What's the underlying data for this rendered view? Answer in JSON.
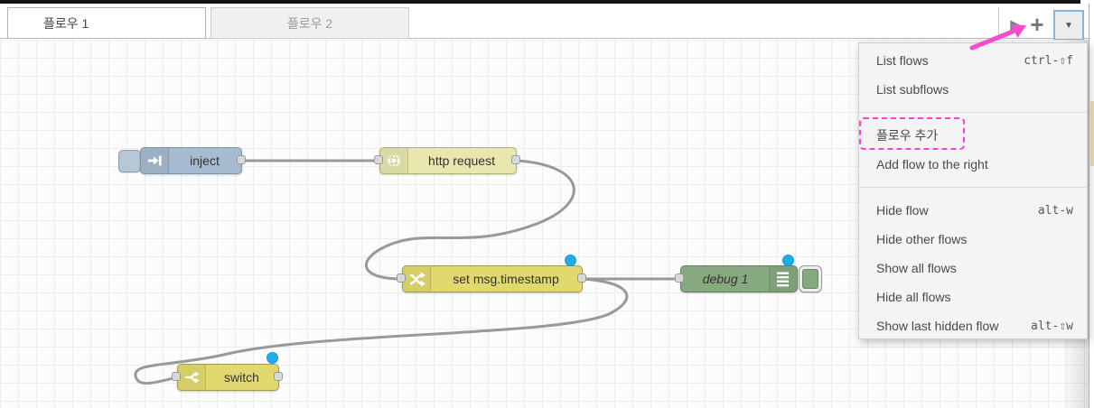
{
  "tabs": {
    "flow1": {
      "label": "플로우 1"
    },
    "flow2": {
      "label": "플로우 2"
    }
  },
  "toolbar": {
    "scroll_right_glyph": "▶",
    "add_glyph": "+",
    "menu_glyph": "▼"
  },
  "menu": {
    "items": [
      {
        "label": "List flows",
        "shortcut": "ctrl-⇧f"
      },
      {
        "label": "List subflows",
        "shortcut": ""
      },
      {
        "label": "플로우 추가",
        "shortcut": ""
      },
      {
        "label": "Add flow to the right",
        "shortcut": ""
      },
      {
        "label": "Hide flow",
        "shortcut": "alt-w"
      },
      {
        "label": "Hide other flows",
        "shortcut": ""
      },
      {
        "label": "Show all flows",
        "shortcut": ""
      },
      {
        "label": "Hide all flows",
        "shortcut": ""
      },
      {
        "label": "Show last hidden flow",
        "shortcut": "alt-⇧w"
      }
    ]
  },
  "nodes": {
    "inject": {
      "label": "inject",
      "color": "#a6bbcf"
    },
    "http": {
      "label": "http request",
      "color": "#e7e7ae"
    },
    "change": {
      "label": "set msg.timestamp",
      "color": "#e2d96e",
      "changed": true
    },
    "debug": {
      "label": "debug 1",
      "color": "#87a980",
      "changed": true
    },
    "switch": {
      "label": "switch",
      "color": "#e2d96e",
      "changed": true
    }
  },
  "annotation": {
    "arrow_color": "#f54ecb",
    "highlight_color": "#ff3fd8",
    "changed_dot_color": "#1fadea"
  }
}
